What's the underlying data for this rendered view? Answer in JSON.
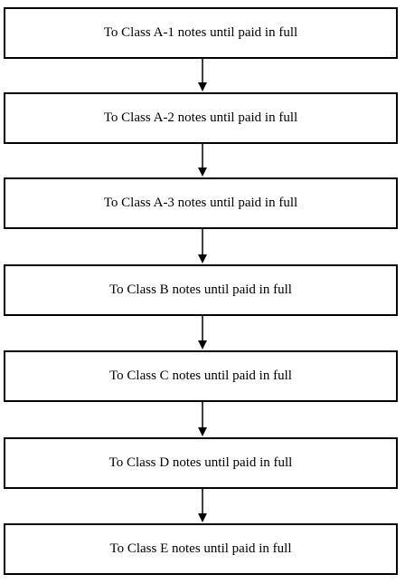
{
  "flowchart": {
    "steps": [
      {
        "label": "To Class A-1 notes until paid in full"
      },
      {
        "label": "To Class A-2 notes until paid in full"
      },
      {
        "label": "To Class A-3 notes until paid in full"
      },
      {
        "label": "To Class B notes until paid in full"
      },
      {
        "label": "To Class C notes until paid in full"
      },
      {
        "label": "To Class D notes until paid in full"
      },
      {
        "label": "To Class E notes until paid in full"
      }
    ]
  }
}
